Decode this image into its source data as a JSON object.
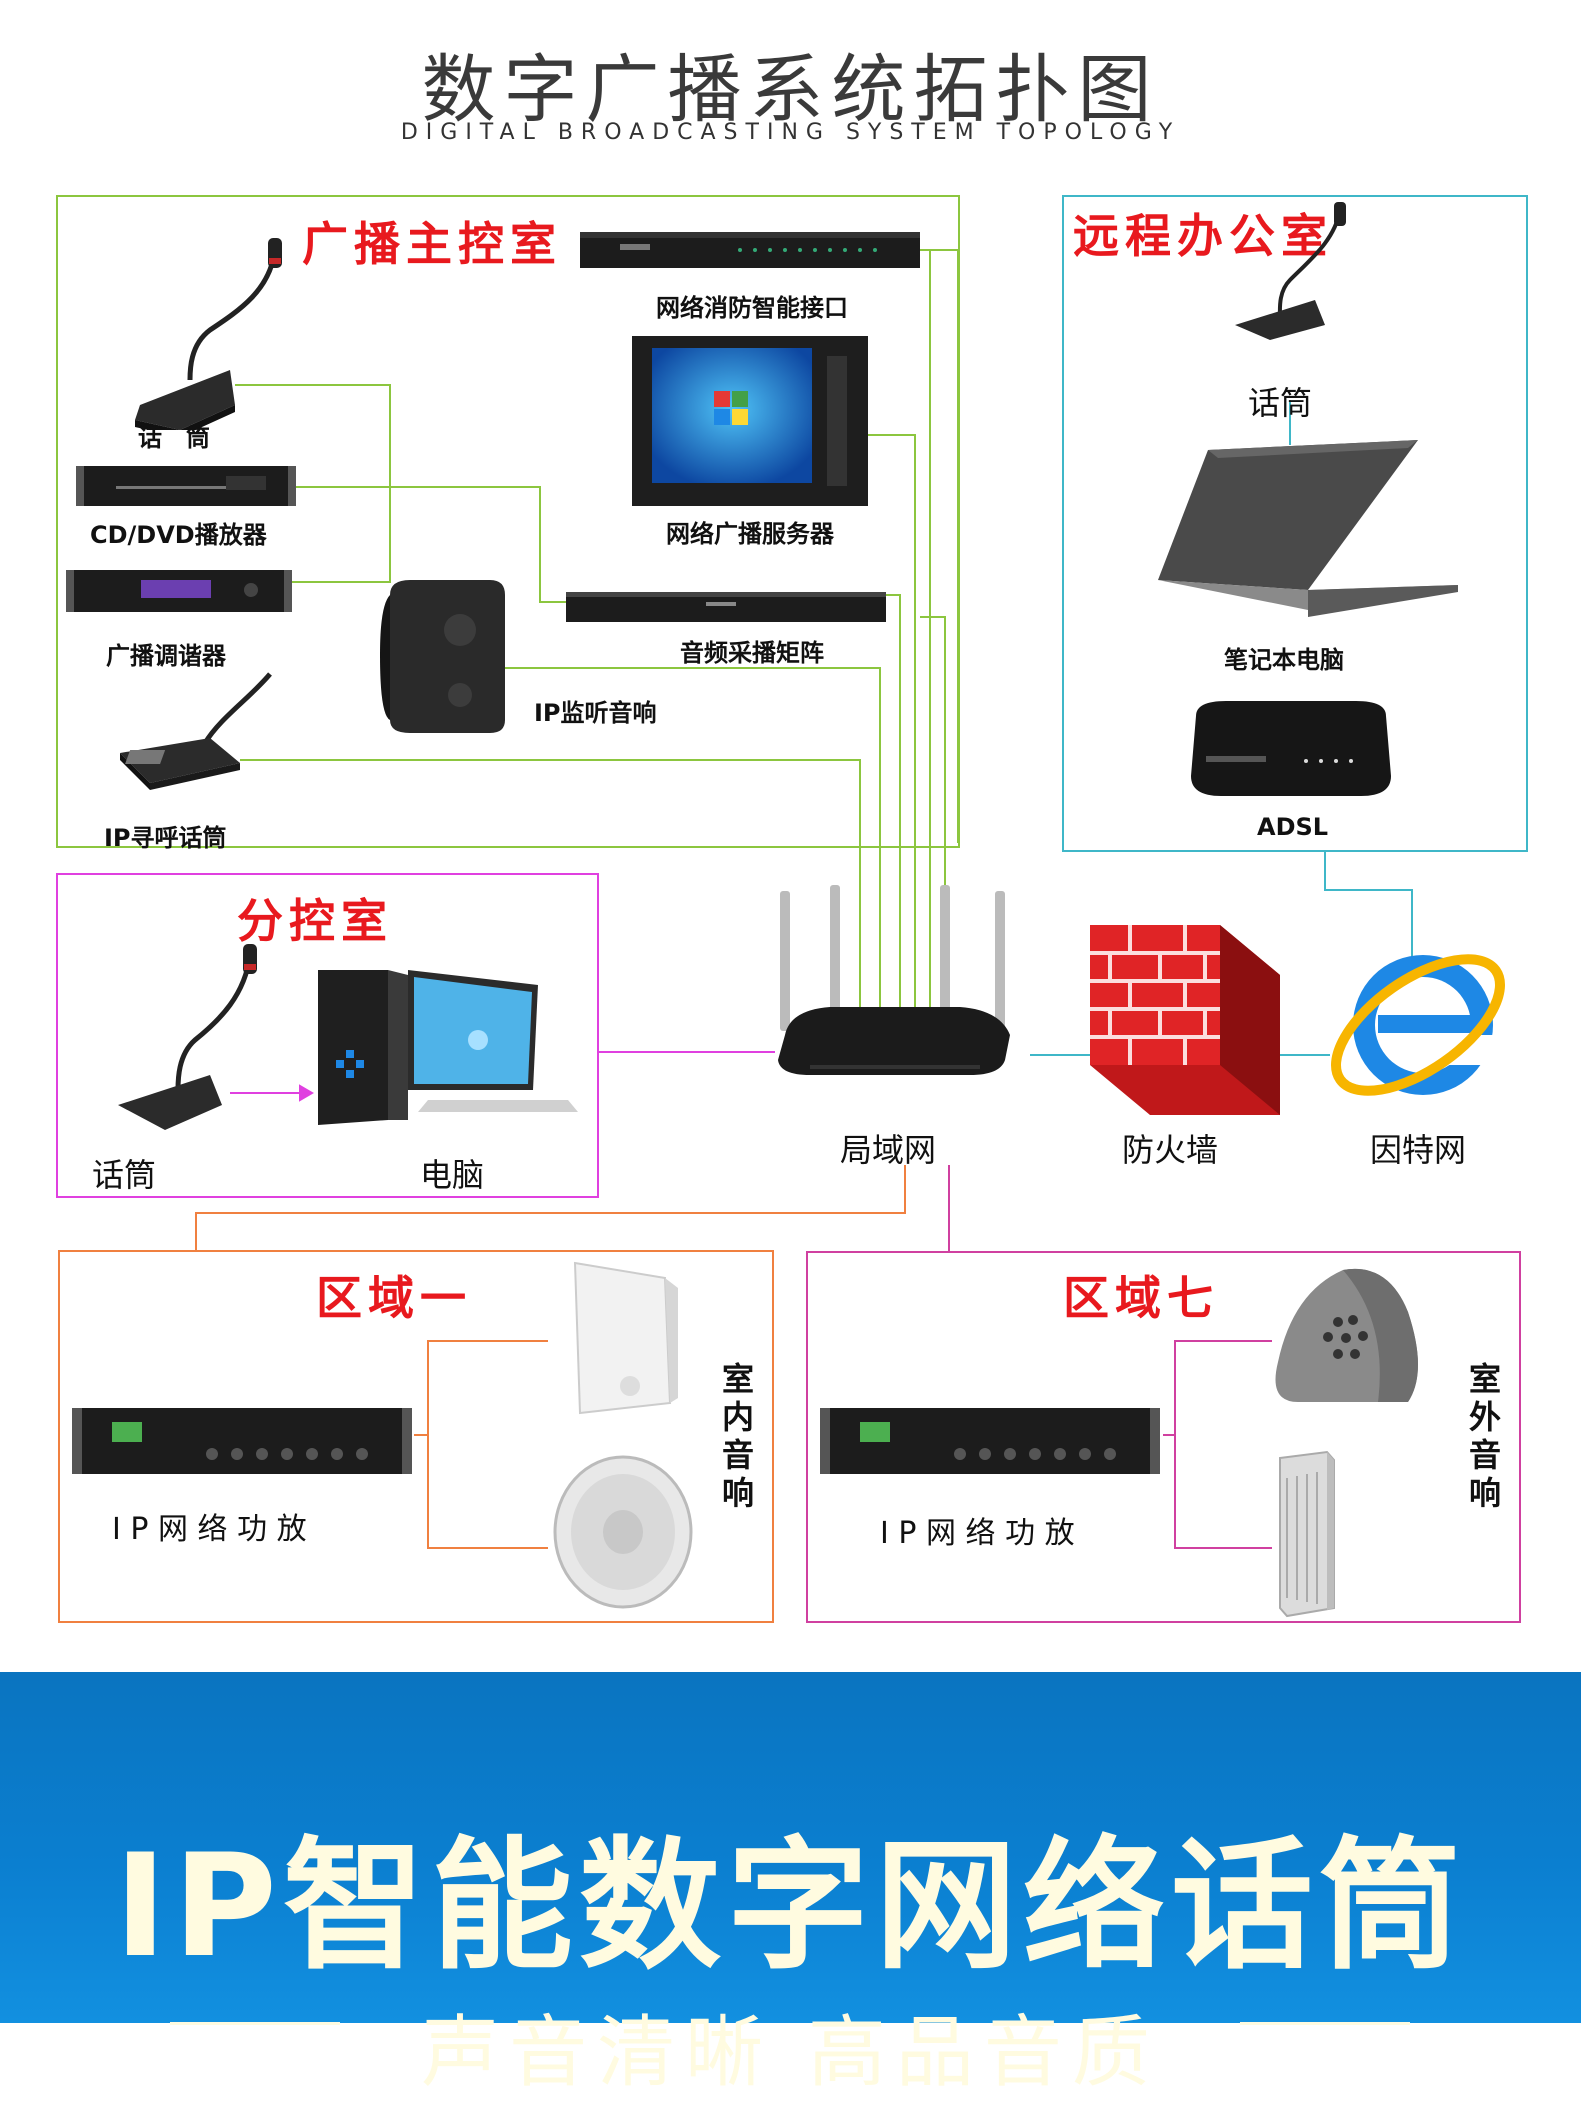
{
  "header": {
    "title": "数字广播系统拓扑图",
    "subtitle": "DIGITAL BROADCASTING SYSTEM TOPOLOGY"
  },
  "main_control_room": {
    "title": "广播主控室",
    "mic": "话　筒",
    "cd_dvd": "CD/DVD播放器",
    "tuner": "广播调谐器",
    "ip_paging_mic": "IP寻呼话筒",
    "ip_monitor_speaker": "IP监听音响",
    "fire_interface": "网络消防智能接口",
    "broadcast_server": "网络广播服务器",
    "audio_matrix": "音频采播矩阵"
  },
  "remote_office": {
    "title": "远程办公室",
    "mic": "话筒",
    "laptop": "笔记本电脑",
    "adsl": "ADSL"
  },
  "sub_control_room": {
    "title": "分控室",
    "mic": "话筒",
    "computer": "电脑"
  },
  "network": {
    "lan": "局域网",
    "firewall": "防火墙",
    "internet": "因特网"
  },
  "zone_one": {
    "title": "区域一",
    "amplifier": "I P 网 络 功 放",
    "speakers_label": [
      "室",
      "内",
      "音",
      "响"
    ]
  },
  "zone_seven": {
    "title": "区域七",
    "amplifier": "I P 网 络 功 放",
    "speakers_label": [
      "室",
      "外",
      "音",
      "响"
    ]
  },
  "banner": {
    "title": "IP智能数字网络话筒",
    "subtitle": "声音清晰 高品音质"
  },
  "colors": {
    "main_room_border": "#8cc63f",
    "remote_border": "#3fb7c8",
    "sub_room_border": "#e040e0",
    "zone_one_border": "#f08040",
    "zone_seven_border": "#d040a0",
    "room_title": "#e8191e",
    "banner_blue": "#0b7fd0"
  }
}
